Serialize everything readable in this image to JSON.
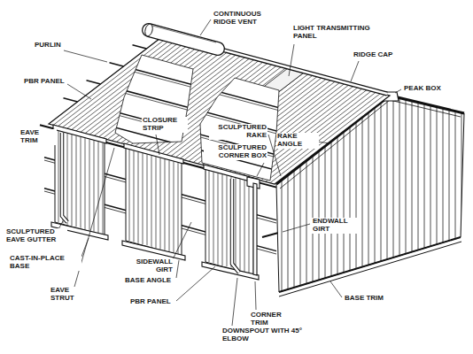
{
  "diagram": {
    "labels": [
      "CONTINUOUS RIDGE VENT",
      "PURLIN",
      "LIGHT TRANSMITTING PANEL",
      "RIDGE CAP",
      "PBR PANEL",
      "PEAK BOX",
      "EAVE TRIM",
      "CLOSURE STRIP",
      "RAKE ANGLE",
      "SCULPTURED RAKE",
      "SCULPTURED CORNER BOX",
      "ENDWALL GIRT",
      "SCULPTURED EAVE GUTTER",
      "CAST-IN-PLACE BASE",
      "SIDEWALL GIRT",
      "EAVE STRUT",
      "BASE ANGLE",
      "BASE TRIM",
      "PBR PANEL",
      "CORNER TRIM",
      "DOWNSPOUT WITH 45° ELBOW"
    ]
  }
}
